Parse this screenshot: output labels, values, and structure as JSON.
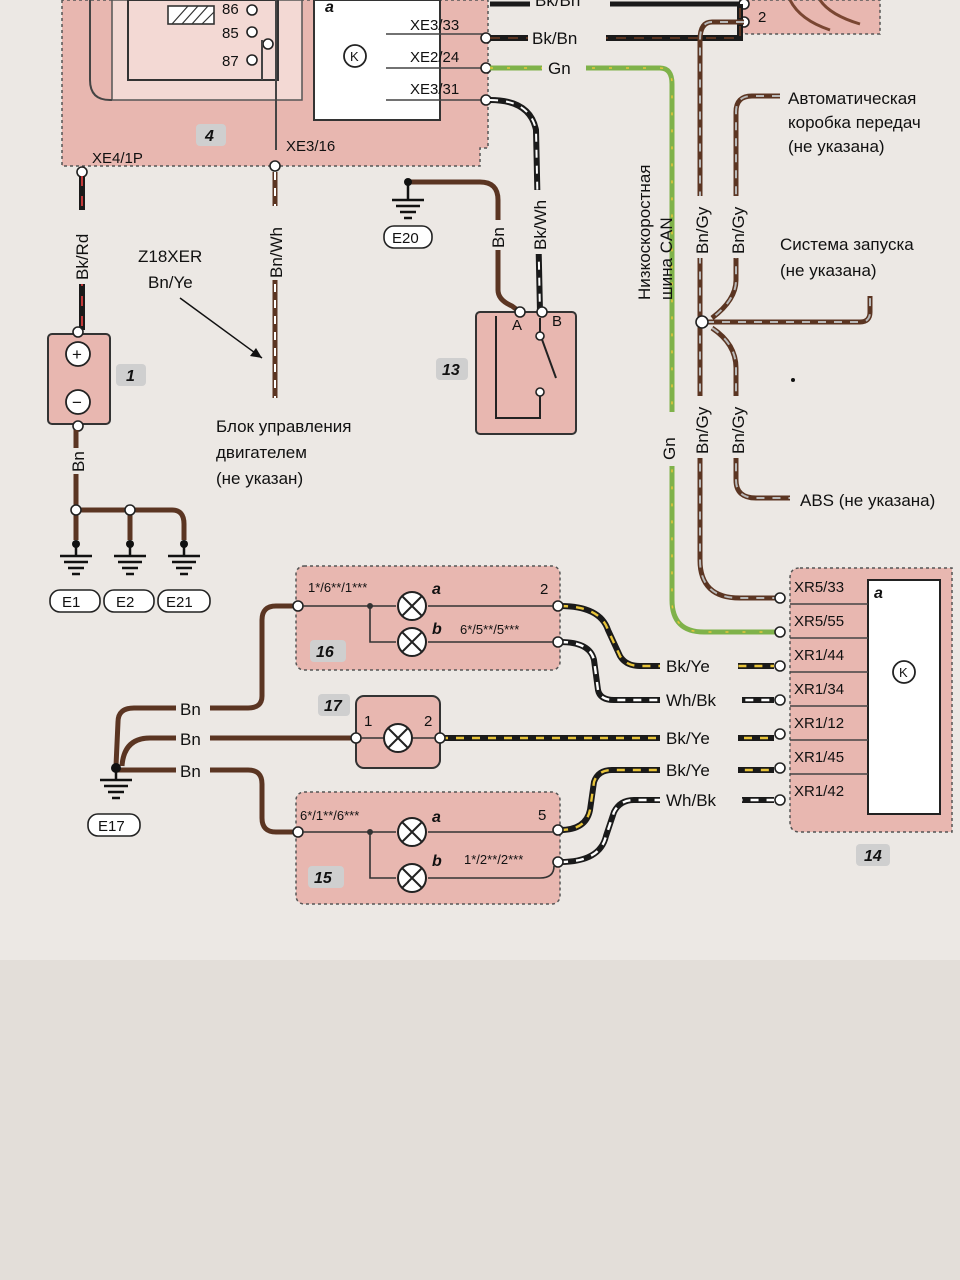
{
  "colors": {
    "brown": "#5b3522",
    "black": "#1a1a1a",
    "white": "#ffffff",
    "yellow": "#e8c43a",
    "green": "#7fb24a",
    "grey": "#9c9c9c",
    "red": "#c23a3a",
    "pink": "#e8b7b0",
    "paper": "#ece8e4"
  },
  "relay": {
    "pin86": "86",
    "pin85": "85",
    "pin87": "87",
    "block_id": "4",
    "pin_xe4": "XE4/1P",
    "pin_xe3_16": "XE3/16"
  },
  "module_top": {
    "letter": "a",
    "k_symbol": "K",
    "pin_xe3_33": "XE3/33",
    "pin_xe2_24": "XE2/24",
    "pin_xe3_31": "XE3/31",
    "pin_2": "2"
  },
  "wires_top": {
    "bk_bn": "Bk/Bn",
    "gn": "Gn",
    "bk_wh": "Bk/Wh",
    "bn": "Bn",
    "bk_rd": "Bk/Rd",
    "bn_wh": "Bn/Wh",
    "bk_bn_partial": "Bk/Bn"
  },
  "engine_note": {
    "model": "Z18XER",
    "wire": "Bn/Ye",
    "line1": "Блок управления",
    "line2": "двигателем",
    "line3": "(не указан)"
  },
  "battery": {
    "id": "1",
    "plus": "+",
    "minus": "−",
    "wire_bn": "Bn"
  },
  "grounds": {
    "e1": "E1",
    "e2": "E2",
    "e21": "E21",
    "e20": "E20",
    "e17": "E17"
  },
  "switch13": {
    "id": "13",
    "a": "A",
    "b": "B"
  },
  "can": {
    "line1": "Низкоскоростная",
    "line2": "шина CAN",
    "bn_gy": "Bn/Gy",
    "gn": "Gn"
  },
  "gearbox": {
    "line1": "Автоматическая",
    "line2": "коробка передач",
    "line3": "(не указана)"
  },
  "starter": {
    "line1": "Система запуска",
    "line2": "(не указана)"
  },
  "abs": {
    "label": "ABS (не указана)"
  },
  "block14": {
    "id": "14",
    "letter": "a",
    "k_symbol": "K",
    "pins": [
      "XR5/33",
      "XR5/55",
      "XR1/44",
      "XR1/34",
      "XR1/12",
      "XR1/45",
      "XR1/42"
    ]
  },
  "lamps": {
    "b16": {
      "id": "16",
      "pin_left": "1*/6**/1***",
      "a": "a",
      "b": "b",
      "pin_a": "2",
      "pin_b": "6*/5**/5***"
    },
    "b17": {
      "id": "17",
      "pin1": "1",
      "pin2": "2"
    },
    "b15": {
      "id": "15",
      "pin_left": "6*/1**/6***",
      "a": "a",
      "b": "b",
      "pin_a": "5",
      "pin_b": "1*/2**/2***"
    }
  },
  "wire_labels": {
    "bk_ye": "Bk/Ye",
    "wh_bk": "Wh/Bk",
    "bn": "Bn"
  }
}
